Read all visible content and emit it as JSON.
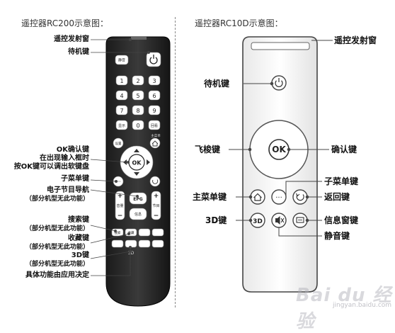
{
  "rc200": {
    "title": "遥控器RC200示意图：",
    "labels": {
      "emitter": "遥控发射窗",
      "standby": "待机键",
      "ok_title": "OK确认键",
      "ok_line2": "在出现输入框时",
      "ok_line3": "按OK键可以调出软键盘",
      "submenu": "子菜单键",
      "epg_title": "电子节目导航",
      "epg_note": "（部分机型无此功能）",
      "search_title": "搜索键",
      "search_note": "（部分机型无此功能）",
      "fav_title": "收藏键",
      "fav_note": "（部分机型无此功能）",
      "key3d_title": "3D键",
      "key3d_note": "（部分机型无此功能）",
      "app_defined": "具体功能由应用决定"
    },
    "buttons": {
      "mute": "静音",
      "n1": "1",
      "n2": "2",
      "n3": "3",
      "n4": "4",
      "n5": "5",
      "n6": "6",
      "n7": "7",
      "n8": "8",
      "n9": "9",
      "display": "显示",
      "n0": "0",
      "back": "回看",
      "home": "主菜单",
      "ok": "OK",
      "epg": "EPG",
      "vol": "音量",
      "ch": "节目",
      "settings": "设置",
      "info": "信息",
      "search": "搜索",
      "fav": "收藏",
      "small_3d": "3D"
    }
  },
  "rc10d": {
    "title": "遥控器RC10D示意图：",
    "labels": {
      "emitter": "遥控发射窗",
      "standby": "待机键",
      "fly": "飞梭键",
      "confirm": "确认键",
      "submenu": "子菜单键",
      "home": "主菜单键",
      "back": "返回键",
      "key3d": "3D键",
      "info": "信息窗键",
      "mute": "静音键"
    },
    "buttons": {
      "ok": "OK",
      "dots": "···",
      "k3d": "3D"
    }
  },
  "watermark": {
    "brand": "Bai du 经验",
    "url": "jingyan.baidu.com"
  }
}
